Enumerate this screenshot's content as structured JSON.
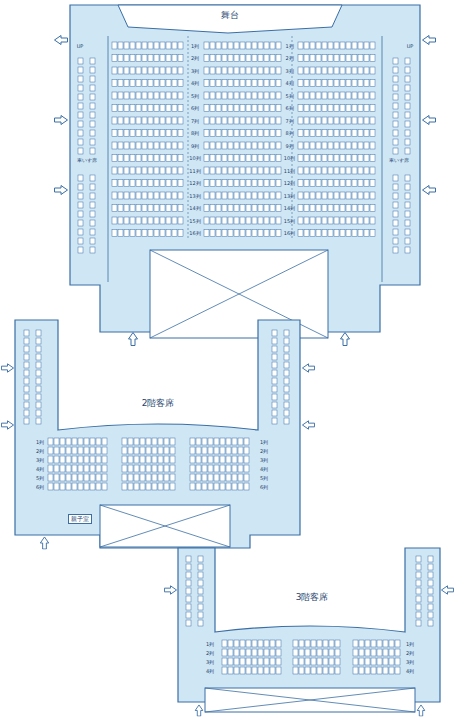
{
  "diagram": {
    "nodes": [
      {
        "text": [
          "舞台"
        ]
      },
      {
        "text": [
          "親子室"
        ]
      }
    ],
    "labels": [
      "1列",
      "2列",
      "3列",
      "4列",
      "5列",
      "6列",
      "7列",
      "8列",
      "9列",
      "10列",
      "11列",
      "12列",
      "13列",
      "14列",
      "15列",
      "16列",
      "1列",
      "2列",
      "3列",
      "4列",
      "5列",
      "6列",
      "7列",
      "8列",
      "9列",
      "10列",
      "11列",
      "12列",
      "13列",
      "14列",
      "15列",
      "16列",
      "1列",
      "2列",
      "3列",
      "4列",
      "5列",
      "6列",
      "1列",
      "2列",
      "3列",
      "4列",
      "5列",
      "6列",
      "1列",
      "2列",
      "3列",
      "4列",
      "1列",
      "2列",
      "3列",
      "4列",
      "2階客席",
      "3階客席",
      "車いす席",
      "車いす席",
      "UP",
      "UP"
    ]
  }
}
